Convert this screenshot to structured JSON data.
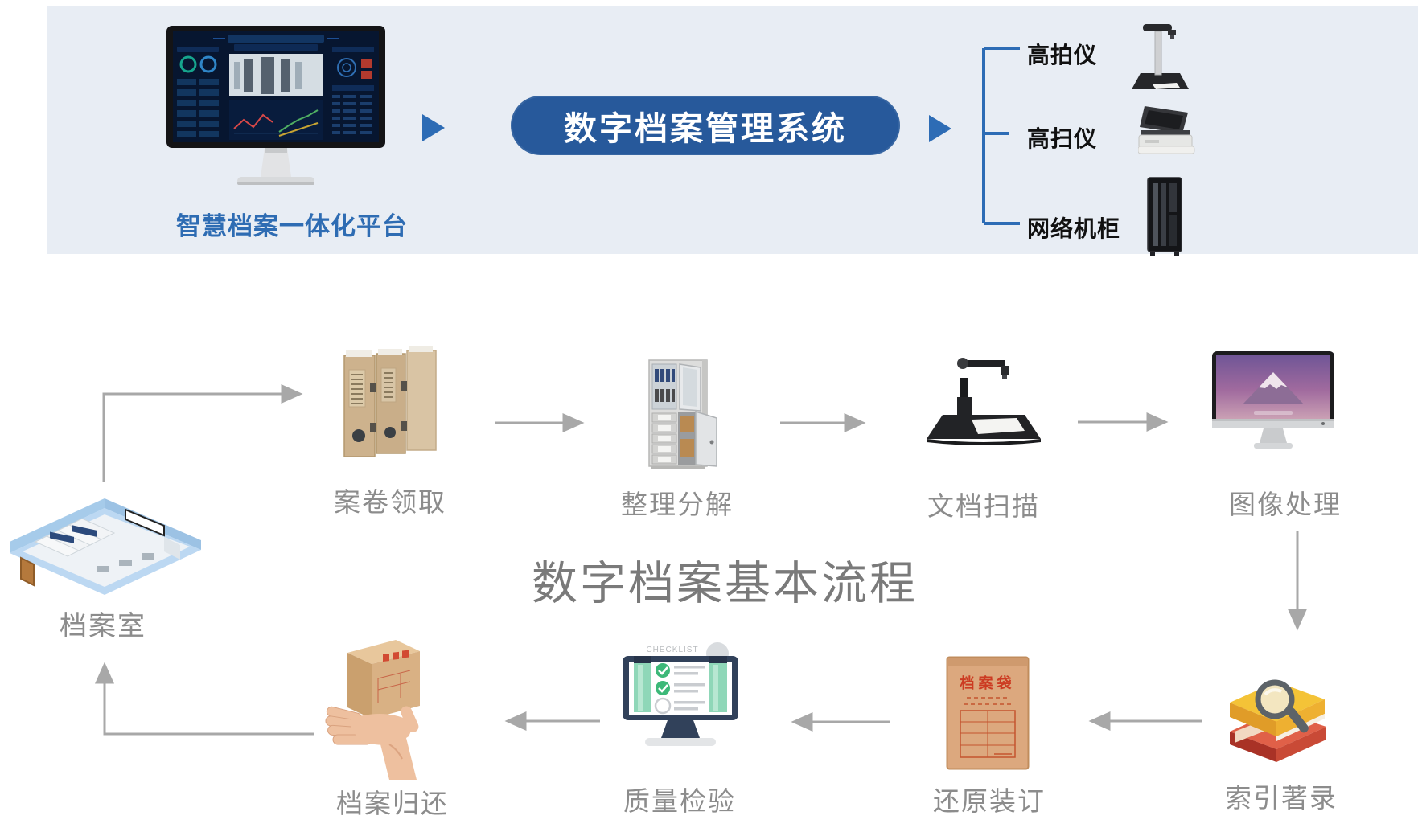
{
  "banner": {
    "platform_label": "智慧档案一体化平台",
    "system_title": "数字档案管理系统",
    "devices": [
      {
        "label": "高拍仪",
        "icon": "document-camera-icon"
      },
      {
        "label": "高扫仪",
        "icon": "flatbed-scanner-icon"
      },
      {
        "label": "网络机柜",
        "icon": "server-rack-icon"
      }
    ]
  },
  "flow": {
    "title": "数字档案基本流程",
    "bag_text": "档案袋",
    "checklist_text": "CHECKLIST",
    "steps": [
      {
        "label": "档案室",
        "icon": "archive-room-icon"
      },
      {
        "label": "案卷领取",
        "icon": "binders-icon"
      },
      {
        "label": "整理分解",
        "icon": "file-cabinet-icon"
      },
      {
        "label": "文档扫描",
        "icon": "document-camera-icon"
      },
      {
        "label": "图像处理",
        "icon": "desktop-monitor-icon"
      },
      {
        "label": "索引著录",
        "icon": "books-magnifier-icon"
      },
      {
        "label": "还原装订",
        "icon": "archive-bag-icon"
      },
      {
        "label": "质量检验",
        "icon": "checklist-monitor-icon"
      },
      {
        "label": "档案归还",
        "icon": "hand-holding-box-icon"
      }
    ]
  },
  "colors": {
    "banner_bg": "#e8edf4",
    "pill_bg": "#27599b",
    "accent_blue": "#2d6cb5",
    "platform_label_blue": "#2e6cb3",
    "device_label": "#111111",
    "flow_label_gray": "#8c8c8c",
    "flow_title_gray": "#7a7a7a",
    "arrow_gray": "#a8a8a8"
  }
}
